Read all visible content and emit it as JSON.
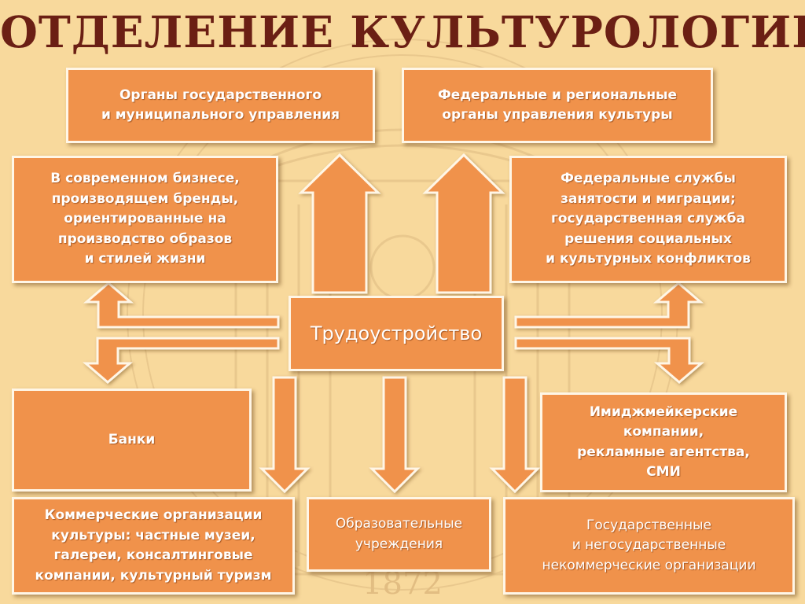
{
  "title": "ОТДЕЛЕНИЕ КУЛЬТУРОЛОГИИ",
  "center": "Трудоустройство",
  "background_year": "1872",
  "colors": {
    "background": "#f8d99c",
    "box_fill": "#f0924b",
    "box_border": "#fff6e6",
    "title": "#6b1f14"
  },
  "boxes": {
    "gov_municipal": "Органы государственного\nи муниципального  управления",
    "fed_regional": "Федеральные и региональные\nорганы управления культуры",
    "business": "В современном бизнесе,\nпроизводящем бренды,\nориентированные на\nпроизводство образов\nи стилей жизни",
    "employment": "Федеральные службы\nзанятости и миграции;\nгосударственная служба\nрешения социальных\nи культурных конфликтов",
    "banks": "Банки",
    "image_makers": "Имиджмейкерские\nкомпании,\nрекламные агентства,\nСМИ",
    "commercial": "Коммерческие организации\nкультуры: частные музеи,\nгалереи, консалтинговые\nкомпании, культурный туризм",
    "education": "Образовательные\nучреждения",
    "nonprofit": "Государственные\nи негосударственные\nнекоммерческие организации"
  }
}
